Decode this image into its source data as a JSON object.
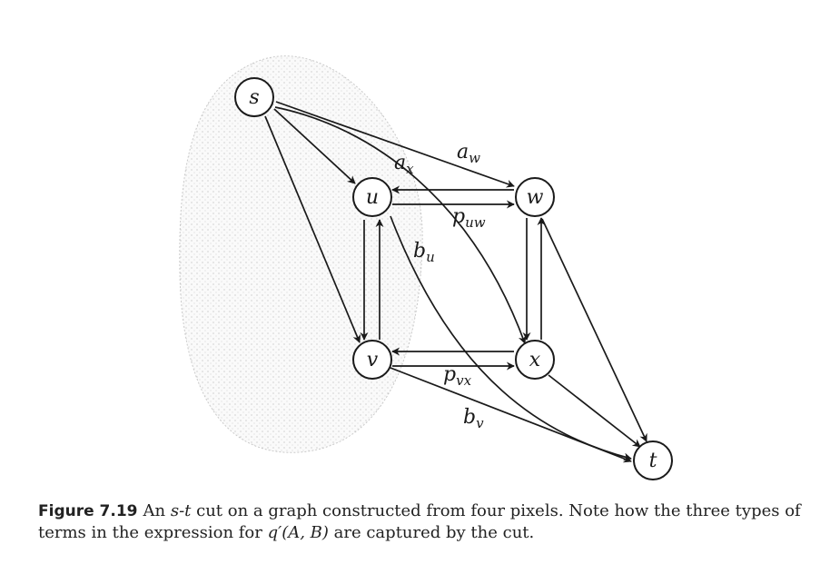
{
  "figure": {
    "nodes": [
      {
        "id": "s",
        "label": "s"
      },
      {
        "id": "u",
        "label": "u"
      },
      {
        "id": "w",
        "label": "w"
      },
      {
        "id": "v",
        "label": "v"
      },
      {
        "id": "x",
        "label": "x"
      },
      {
        "id": "t",
        "label": "t"
      }
    ],
    "edge_labels": {
      "a_w": {
        "base": "a",
        "sub": "w"
      },
      "a_x": {
        "base": "a",
        "sub": "x"
      },
      "p_uw": {
        "base": "p",
        "sub": "uw"
      },
      "b_u": {
        "base": "b",
        "sub": "u"
      },
      "p_vx": {
        "base": "p",
        "sub": "vx"
      },
      "b_v": {
        "base": "b",
        "sub": "v"
      }
    },
    "edges": [
      {
        "from": "s",
        "to": "u"
      },
      {
        "from": "s",
        "to": "w"
      },
      {
        "from": "s",
        "to": "v"
      },
      {
        "from": "s",
        "to": "x"
      },
      {
        "from": "u",
        "to": "w"
      },
      {
        "from": "w",
        "to": "u"
      },
      {
        "from": "u",
        "to": "v"
      },
      {
        "from": "v",
        "to": "u"
      },
      {
        "from": "w",
        "to": "x"
      },
      {
        "from": "x",
        "to": "w"
      },
      {
        "from": "v",
        "to": "x"
      },
      {
        "from": "x",
        "to": "v"
      },
      {
        "from": "u",
        "to": "t"
      },
      {
        "from": "w",
        "to": "t"
      },
      {
        "from": "v",
        "to": "t"
      },
      {
        "from": "x",
        "to": "t"
      }
    ]
  },
  "caption": {
    "label": "Figure 7.19",
    "text_part1": "An ",
    "st": "s-t",
    "text_part2": " cut on a graph constructed from four pixels. Note how the three types of terms in the expression for ",
    "q": "q′(A, B)",
    "text_part3": " are captured by the cut."
  }
}
